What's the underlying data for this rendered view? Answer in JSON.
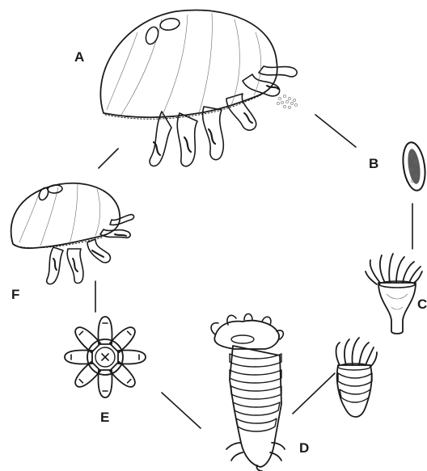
{
  "diagram": {
    "labels": {
      "a": "A",
      "b": "B",
      "c": "C",
      "d": "D",
      "e": "E",
      "f": "F"
    },
    "colors": {
      "ink": "#1a1a1a",
      "background": "#ffffff",
      "stipple": "#6a6a6a"
    }
  }
}
